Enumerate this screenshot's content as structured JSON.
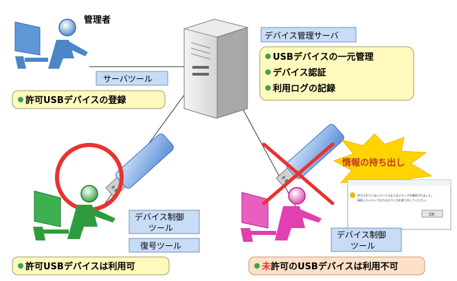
{
  "admin": {
    "title": "管理者",
    "tool_label": "サーバツール",
    "feature": "許可USBデバイスの登録"
  },
  "server": {
    "title": "デバイス管理サーバ",
    "features": [
      "USBデバイスの一元管理",
      "デバイス認証",
      "利用ログの記録"
    ]
  },
  "allowed_user": {
    "tools": [
      "デバイス制御",
      "ツール",
      "復号ツール"
    ],
    "status": "許可USBデバイスは利用可"
  },
  "denied_user": {
    "tools": [
      "デバイス制御",
      "ツール"
    ],
    "status_highlight": "未",
    "status_rest": "許可のUSBデバイスは利用不可",
    "warning": "情報の持ち出し"
  },
  "dialog": {
    "message_line1": "許可されていないデバイスまたはメディアが接続されました。",
    "message_line2": "接続したメディアまたはデバイスを取り外してください。",
    "button": "OK"
  },
  "colors": {
    "admin": "#4a86c8",
    "allowed": "#2e9c3e",
    "denied": "#e040b0",
    "label_box": "#c9dcf6",
    "feature_box": "#fff9bd",
    "denied_box": "#fde0c8",
    "cross": "#e8332f",
    "bullet": "#43a047"
  }
}
